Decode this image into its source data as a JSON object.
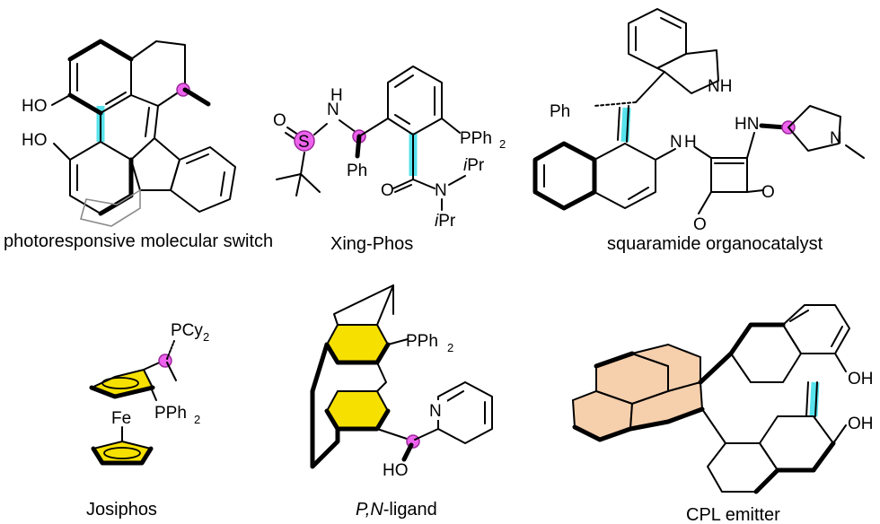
{
  "captions": {
    "switch": "photoresponsive molecular switch",
    "xingphos": "Xing-Phos",
    "squaramide": "squaramide organocatalyst",
    "josiphos": "Josiphos",
    "pn_prefix": "P,N",
    "pn_suffix": "-ligand",
    "cpl": "CPL emitter"
  },
  "labels": {
    "ho": "HO",
    "oh": "OH",
    "h": "H",
    "n": "N",
    "nh": "NH",
    "hn": "HN",
    "o": "O",
    "s": "S",
    "ph": "Ph",
    "pph": "PPh",
    "two": "2",
    "ipr_i": "i",
    "ipr": "Pr",
    "fe": "Fe",
    "pcy": "PCy",
    "me": "N"
  },
  "colors": {
    "axis_highlight": "#45e0ea",
    "stereocenter": "#ee62ee",
    "cyclopentadienyl": "#f6e000",
    "pyrene": "#f6cfac"
  }
}
